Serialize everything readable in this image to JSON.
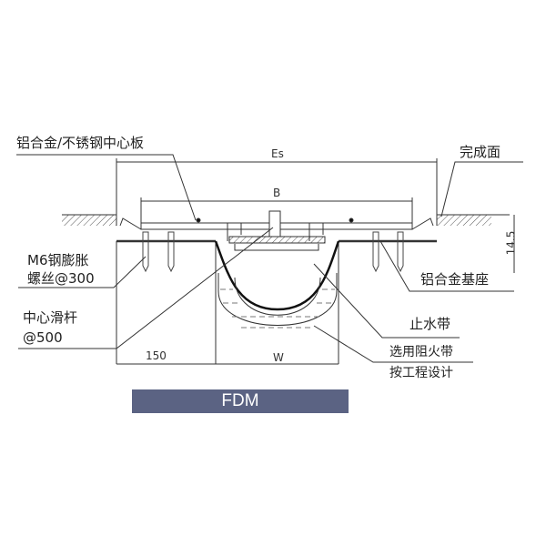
{
  "labels": {
    "center_plate": "铝合金/不锈钢中心板",
    "finish_surface": "完成面",
    "anchor_bolt_1": "M6钢膨胀",
    "anchor_bolt_2": "螺丝@300",
    "alloy_base": "铝合金基座",
    "slide_bar_1": "中心滑杆",
    "slide_bar_2": "@500",
    "waterstop": "止水带",
    "fire_barrier_1": "选用阻火带",
    "fire_barrier_2": "按工程设计"
  },
  "dimensions": {
    "es": "Es",
    "b": "B",
    "h": "14.5",
    "side": "150",
    "w": "W"
  },
  "model": "FDM",
  "colors": {
    "model_bar": "#5b6383"
  }
}
